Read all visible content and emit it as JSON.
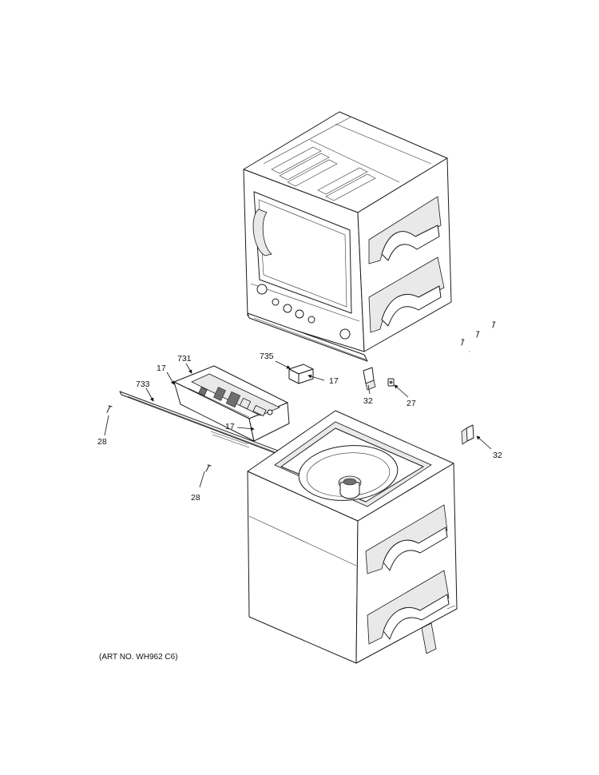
{
  "diagram": {
    "art_number": "(ART NO. WH962 C6)",
    "callouts": {
      "c731": "731",
      "c17a": "17",
      "c733": "733",
      "c28a": "28",
      "c28b": "28",
      "c17b": "17",
      "c735": "735",
      "c17c": "17",
      "c32a": "32",
      "c27": "27",
      "c32b": "32"
    }
  }
}
